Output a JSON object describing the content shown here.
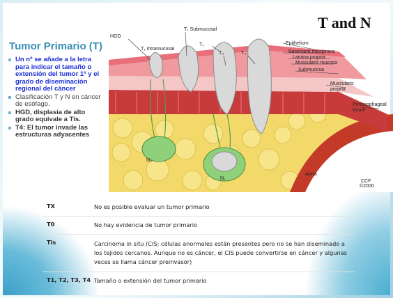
{
  "slide_title": "T and N",
  "panel": {
    "title": "Tumor Primario (T)",
    "bullets": [
      "Un nº se añade a la letra para indicar el tamaño o extensión del tumor 1º y el grado de diseminación regional del cáncer",
      "Clasificación T y N en cáncer de esófago.",
      "HGD, displasia de alto grado equivale a Tis.",
      "T4: El tumor invade las estructuras adyacentes"
    ]
  },
  "diagram_labels": {
    "hgd": "HGD",
    "t1_submucosal": "T₁ Submucosal",
    "t1_intramucosal": "T₁ intramucosal",
    "t2": "T₂",
    "t3": "T₃",
    "t4": "T₄",
    "epithelium": "Epithelium",
    "basement_membrane": "Basement membrane",
    "lamina_propria": "Lamina propria",
    "muscularis_mucosa": "Muscularis mucosa",
    "submucosa": "Submucosa",
    "muscularis_propria_1": "Muscularis",
    "muscularis_propria_2": "propria",
    "periesophageal_1": "Periesophageal",
    "periesophageal_2": "tissue",
    "aorta": "Aorta",
    "n0": "N₀",
    "n1": "N₁",
    "credit_1": "CCF",
    "credit_2": "©2000"
  },
  "table": [
    {
      "key": "TX",
      "value": "No es posible evaluar un tumor primario"
    },
    {
      "key": "T0",
      "value": "No hay evidencia de tumor primario"
    },
    {
      "key": "Tis",
      "value": "Carcinoma in situ (CIS; células anormales están presentes pero no se han diseminado a los tejidos cercanos.  Aunque no es cáncer, el CIS puede convertirse en cáncer y algunas veces se llama cáncer preinvasor)"
    },
    {
      "key": "T1, T2, T3, T4",
      "value": "Tamaño o extensión del tumor primario"
    }
  ],
  "colors": {
    "accent": "#3a8fb7",
    "bullet_blue": "#1b2fd6"
  }
}
